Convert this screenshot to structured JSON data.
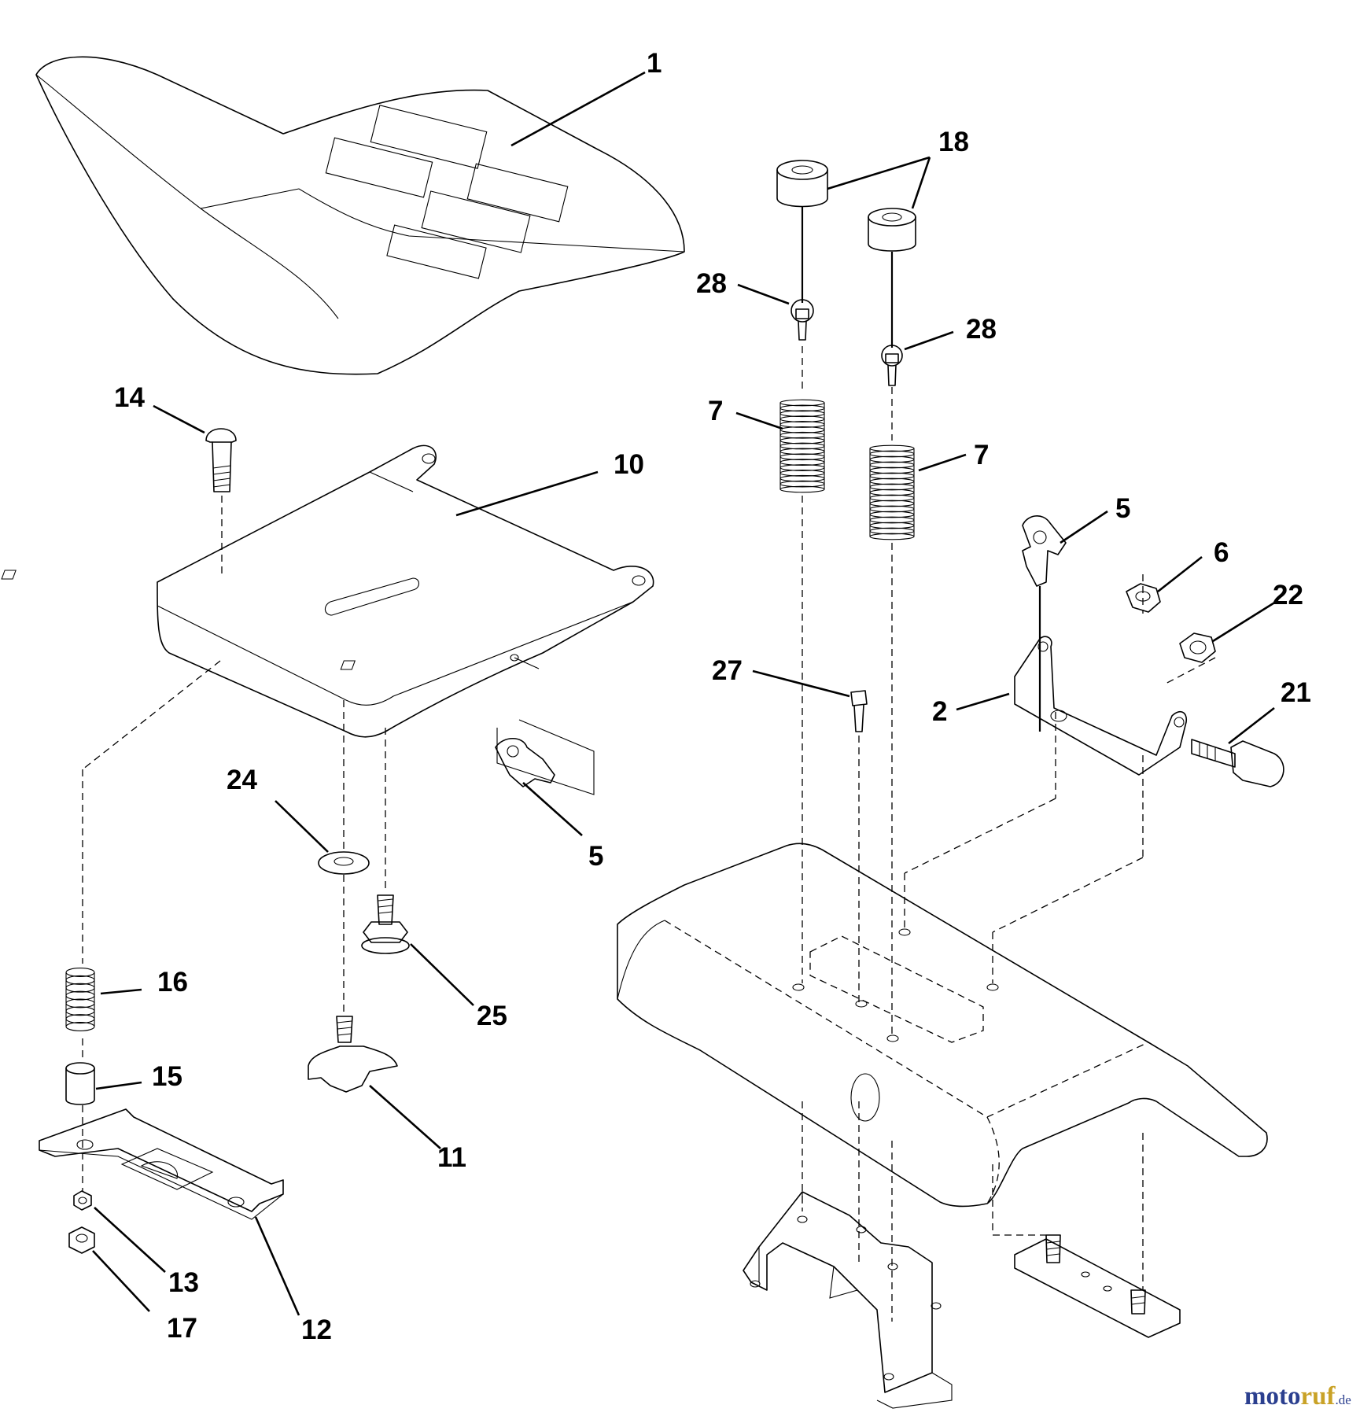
{
  "labels": {
    "seat": "1",
    "seat_pan": "10",
    "carriage_bolt": "14",
    "spring_left": "7",
    "spring_right": "7",
    "spacer_left": "18",
    "spacer_right": "28",
    "spacer_right_bottom": "28",
    "bolt_27": "27",
    "clip_upper": "5",
    "clip_lower": "5",
    "nut_6": "6",
    "nut_22": "22",
    "bracket_2": "2",
    "bolt_21": "21",
    "washer_24": "24",
    "bolt_25": "25",
    "knob_11": "11",
    "spring_16": "16",
    "spacer_15": "15",
    "nut_13": "13",
    "nut_17": "17",
    "slide_12": "12"
  },
  "watermark": {
    "part1": "moto",
    "part2": "ruf",
    "suffix": ".de"
  }
}
